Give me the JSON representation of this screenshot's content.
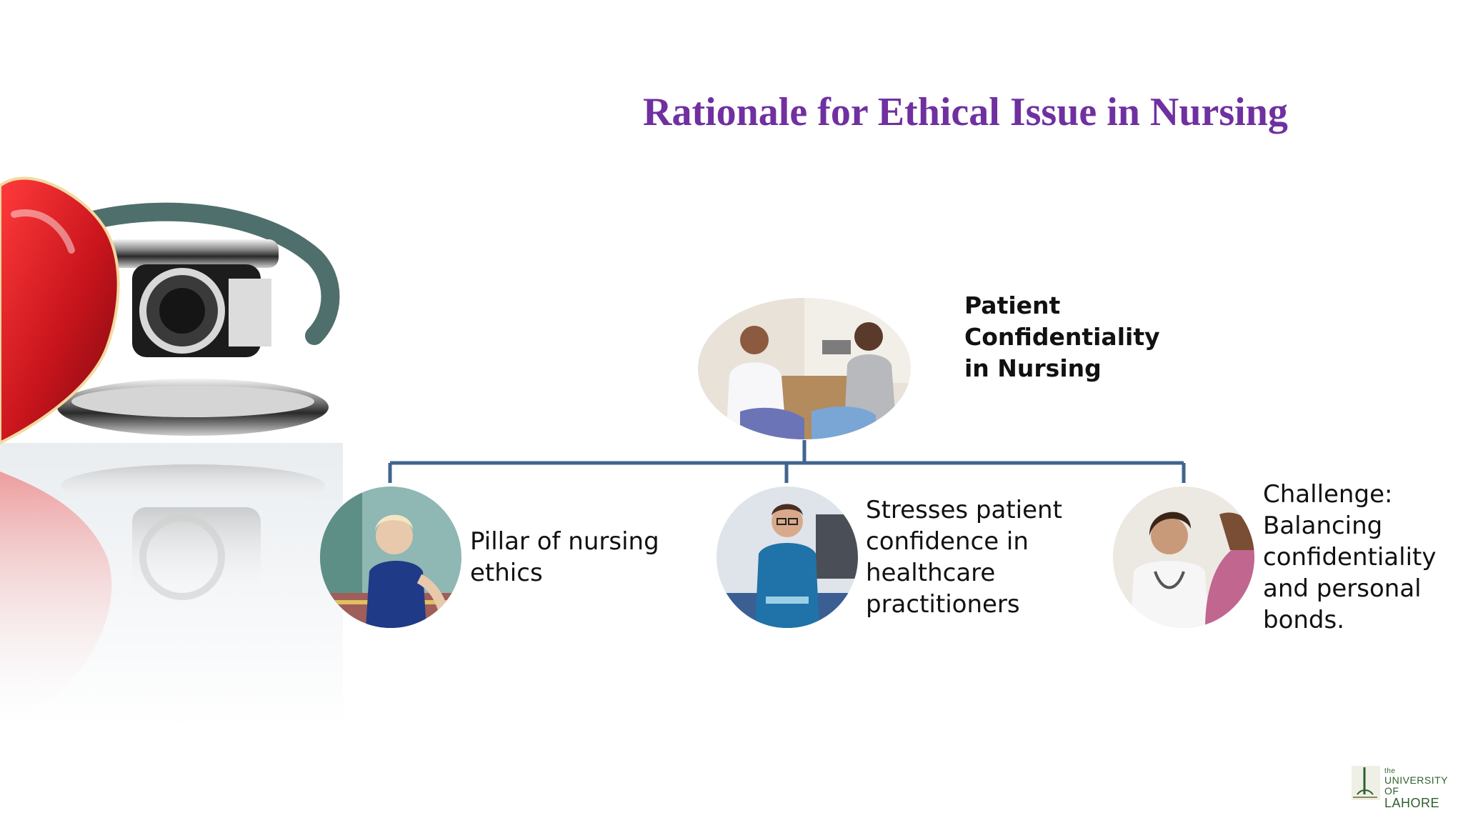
{
  "slide": {
    "title": "Rationale for Ethical Issue in Nursing",
    "title_color": "#7030a0",
    "connector_color": "#41648f"
  },
  "diagram": {
    "root": {
      "label": "Patient Confidentiality in Nursing",
      "lines": [
        "Patient",
        "Confidentiality",
        "in Nursing"
      ]
    },
    "children": [
      {
        "lines": [
          "Pillar of nursing",
          "ethics"
        ]
      },
      {
        "lines": [
          "Stresses patient",
          "confidence in",
          "healthcare",
          "practitioners"
        ]
      },
      {
        "lines": [
          "Challenge:",
          "Balancing",
          "confidentiality",
          "and personal",
          "bonds."
        ]
      }
    ]
  },
  "logo": {
    "lines": [
      "the",
      "UNIVERSITY OF",
      "LAHORE"
    ]
  }
}
